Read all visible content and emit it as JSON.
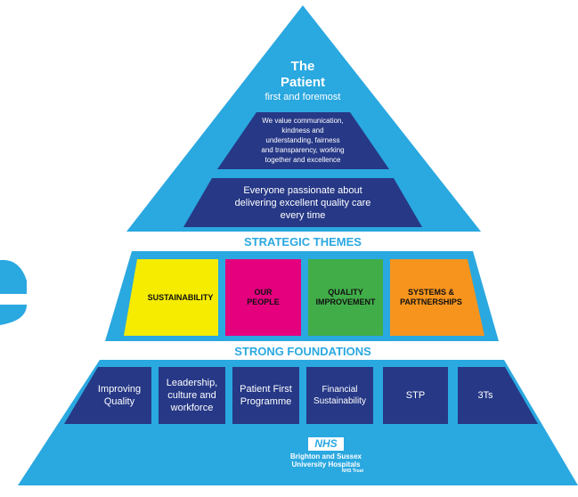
{
  "apex": {
    "title_line1": "The",
    "title_line2": "Patient",
    "subtitle": "first and foremost"
  },
  "values": {
    "lines": [
      "We value communication,",
      "kindness and",
      "understanding, fairness",
      "and transparency, working",
      "together and excellence"
    ]
  },
  "vision": {
    "lines": [
      "Everyone passionate about",
      "delivering excellent quality care",
      "every time"
    ]
  },
  "strategic_themes": {
    "heading": "STRATEGIC THEMES",
    "items": [
      {
        "line1": "SUSTAINABILITY",
        "line2": "",
        "color": "#f5ec00"
      },
      {
        "line1": "OUR",
        "line2": "PEOPLE",
        "color": "#e5007e"
      },
      {
        "line1": "QUALITY",
        "line2": "IMPROVEMENT",
        "color": "#41ad49"
      },
      {
        "line1": "SYSTEMS &",
        "line2": "PARTNERSHIPS",
        "color": "#f7941d"
      }
    ]
  },
  "foundations": {
    "heading": "STRONG FOUNDATIONS",
    "items": [
      {
        "line1": "Improving",
        "line2": "Quality",
        "line3": ""
      },
      {
        "line1": "Leadership,",
        "line2": "culture and",
        "line3": "workforce"
      },
      {
        "line1": "Patient First",
        "line2": "Programme",
        "line3": ""
      },
      {
        "line1": "Financial",
        "line2": "Sustainability",
        "line3": ""
      },
      {
        "line1": "STP",
        "line2": "",
        "line3": ""
      },
      {
        "line1": "3Ts",
        "line2": "",
        "line3": ""
      }
    ]
  },
  "logo": {
    "badge": "NHS",
    "line1": "Brighton and Sussex",
    "line2": "University Hospitals",
    "line3": "NHS Trust"
  },
  "colors": {
    "light_blue": "#2aa8e0",
    "dark_navy": "#263886",
    "heading_blue": "#2aa8e0",
    "edge_blue": "#1e80c1"
  }
}
